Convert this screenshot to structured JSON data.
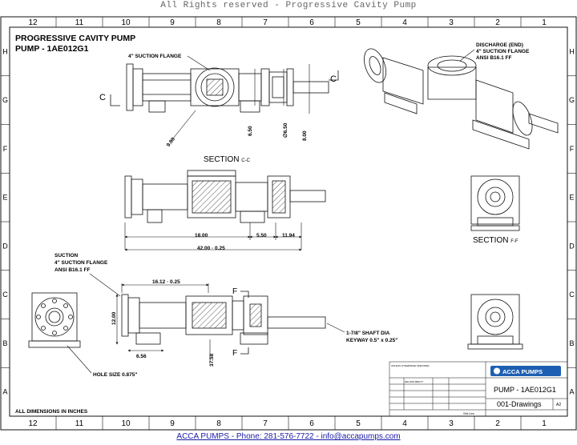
{
  "banner": "All Rights reserved - Progressive Cavity Pump",
  "grid": {
    "columns": [
      "12",
      "11",
      "10",
      "9",
      "8",
      "7",
      "6",
      "5",
      "4",
      "3",
      "2",
      "1"
    ],
    "rows": [
      "H",
      "G",
      "F",
      "E",
      "D",
      "C",
      "B",
      "A"
    ]
  },
  "title": {
    "line1": "PROGRESSIVE CAVITY PUMP",
    "line2": "PUMP - 1AE012G1"
  },
  "callouts": {
    "suction_flange_top": "4\" SUCTION FLANGE",
    "discharge_line1": "DISCHARGE (END)",
    "discharge_line2": "4\" SUCTION FLANGE",
    "discharge_line3": "ANSI B16.1 FF",
    "suction_line1": "SUCTION",
    "suction_line2": "4\" SUCTION FLANGE",
    "suction_line3": "ANSI B16.1 FF",
    "shaft_line1": "1-7/8\" SHAFT DIA",
    "shaft_line2": "KEYWAY 0.5\" x 0.25\"",
    "hole_size": "HOLE SIZE 0.875\"",
    "all_dims": "ALL DIMENSIONS IN INCHES"
  },
  "section_labels": {
    "cc_main": "SECTION",
    "cc_sub": "C-C",
    "ff_main": "SECTION",
    "ff_sub": "F-F",
    "c_left": "C",
    "c_right": "C",
    "f_top": "F",
    "f_bottom": "F"
  },
  "dimensions": {
    "d_900": "9.00",
    "d_650": "6.50",
    "d_650b": "∅6.50",
    "d_800": "8.00",
    "d_1800": "18.00",
    "d_550": "5.50",
    "d_1194": "11.94",
    "d_4200": "42.00 · 0.25",
    "d_1612": "16.12 · 0.25",
    "d_1200": "12.00",
    "d_656": "6.56",
    "d_3758": "37.58"
  },
  "title_block": {
    "company": "ACCA PUMPS",
    "drawing_title": "PUMP - 1AE012G1",
    "drawing_number": "001-Drawings",
    "size": "A2",
    "scale": "Std Ltrs",
    "small_note": "UNLESS OTHERWISE SPECIFIED",
    "drawn_by": "NELSON BENTY"
  },
  "footer": "ACCA PUMPS - Phone: 281-576-7722 - info@accapumps.com",
  "colors": {
    "line": "#111111",
    "hatch": "#555555",
    "footer_link": "#1a1aa8",
    "banner": "#666666"
  }
}
